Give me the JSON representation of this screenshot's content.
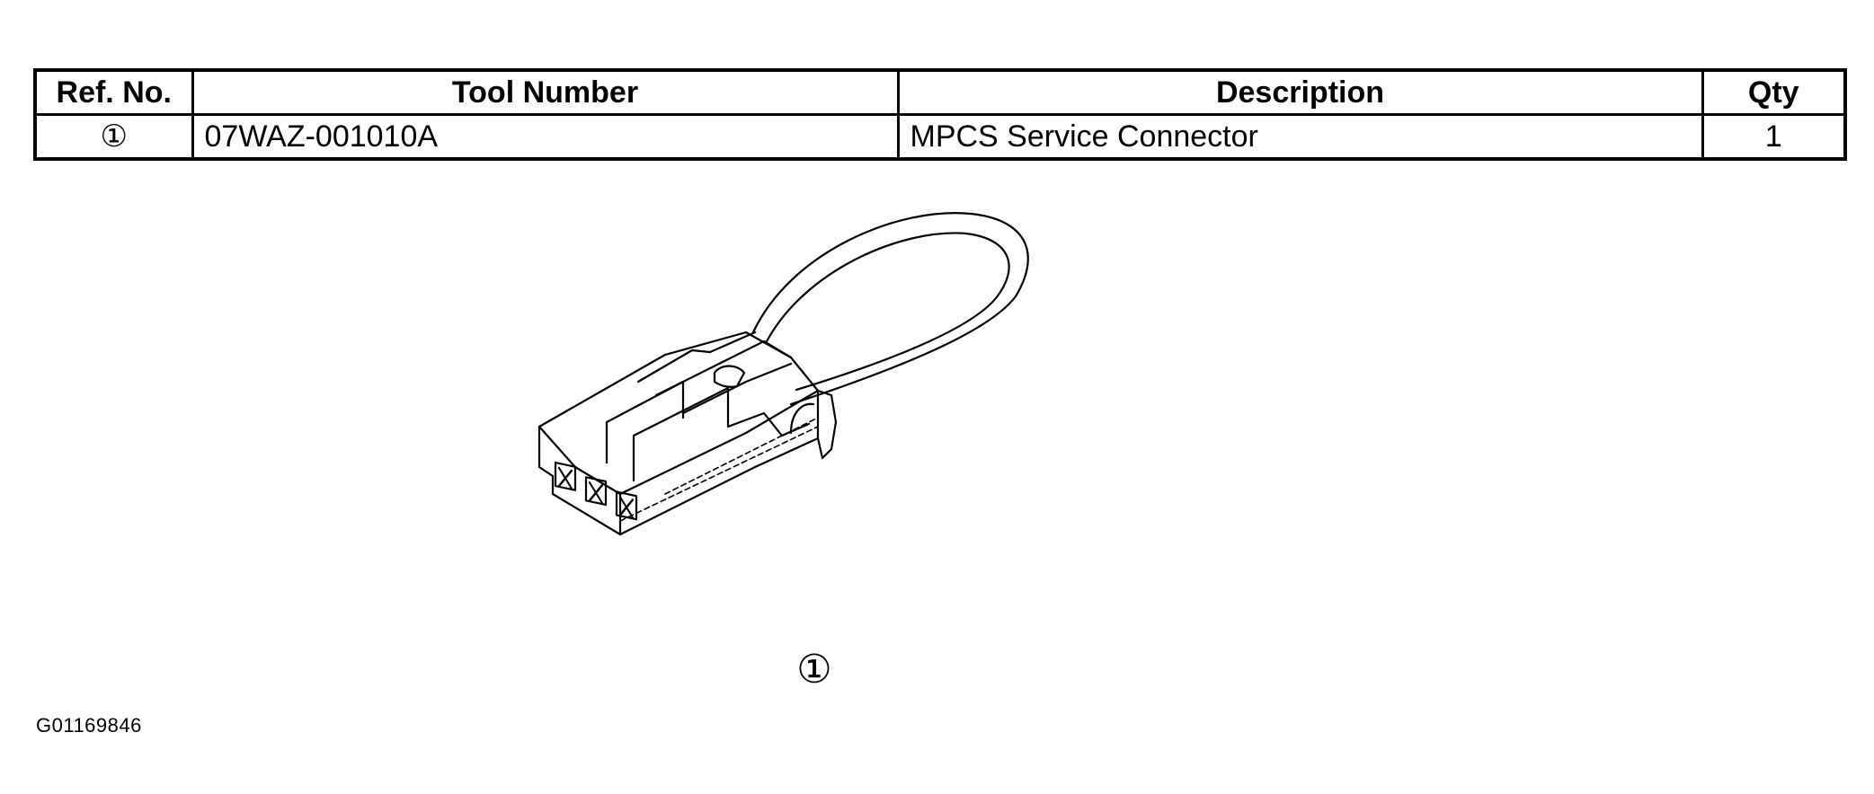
{
  "table": {
    "headers": {
      "ref_no": "Ref. No.",
      "tool_number": "Tool Number",
      "description": "Description",
      "qty": "Qty"
    },
    "rows": [
      {
        "ref_no": "①",
        "tool_number": "07WAZ-001010A",
        "description": "MPCS Service Connector",
        "qty": "1"
      }
    ]
  },
  "illustration": {
    "icon": "connector-illustration",
    "callout": "①"
  },
  "figure_id": "G01169846"
}
